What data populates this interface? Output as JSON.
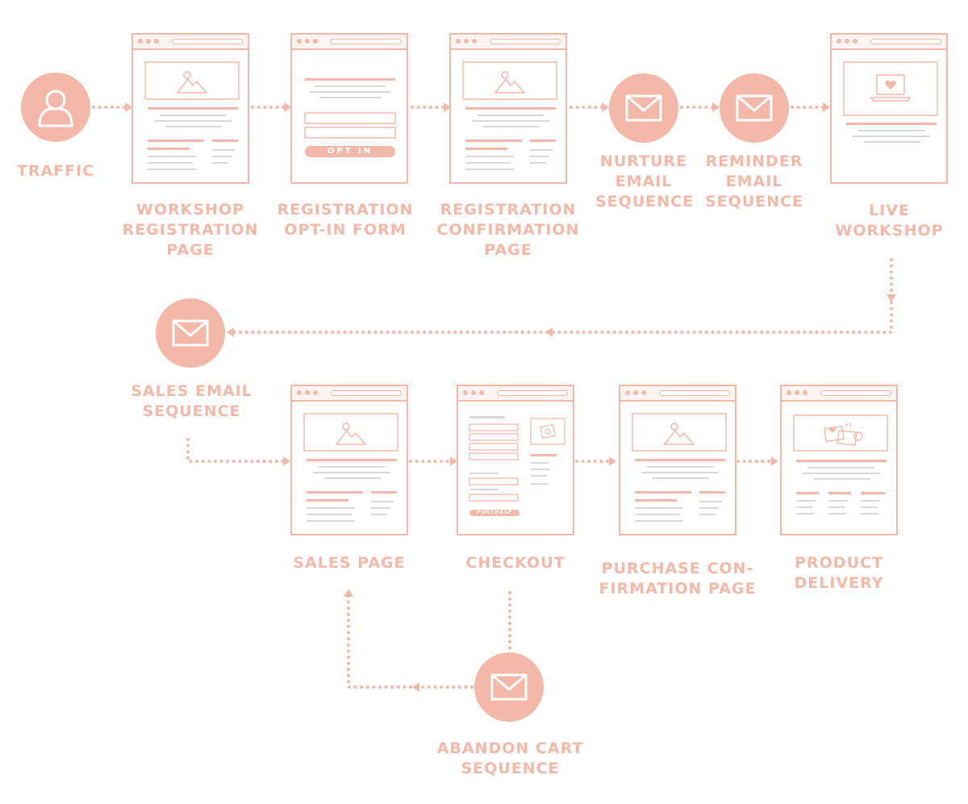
{
  "colors": {
    "accent": "#f4b8a8",
    "text": "#f4b8a8",
    "lines": "#d9d9d9"
  },
  "nodes": {
    "traffic": {
      "label": [
        "TRAFFIC"
      ],
      "icon": "user-icon"
    },
    "workshop_registration_page": {
      "label": [
        "WORKSHOP",
        "REGISTRATION",
        "PAGE"
      ]
    },
    "registration_optin_form": {
      "label": [
        "REGISTRATION",
        "OPT-IN FORM"
      ],
      "button": "OPT IN"
    },
    "registration_confirmation_page": {
      "label": [
        "REGISTRATION",
        "CONFIRMATION",
        "PAGE"
      ]
    },
    "nurture_email_sequence": {
      "label": [
        "NURTURE",
        "EMAIL",
        "SEQUENCE"
      ],
      "icon": "envelope-icon"
    },
    "reminder_email_sequence": {
      "label": [
        "REMINDER",
        "EMAIL",
        "SEQUENCE"
      ],
      "icon": "envelope-icon"
    },
    "live_workshop": {
      "label": [
        "LIVE",
        "WORKSHOP"
      ],
      "icon": "laptop-heart-icon"
    },
    "sales_email_sequence": {
      "label": [
        "SALES EMAIL",
        "SEQUENCE"
      ],
      "icon": "envelope-icon"
    },
    "sales_page": {
      "label": [
        "SALES PAGE"
      ]
    },
    "checkout": {
      "label": [
        "CHECKOUT"
      ],
      "button": "PURCHASE"
    },
    "purchase_confirmation_page": {
      "label": [
        "PURCHASE CON-",
        "FIRMATION PAGE"
      ]
    },
    "product_delivery": {
      "label": [
        "PRODUCT",
        "DELIVERY"
      ],
      "icon": "product-box-icon"
    },
    "abandon_cart_sequence": {
      "label": [
        "ABANDON CART",
        "SEQUENCE"
      ],
      "icon": "envelope-icon"
    }
  }
}
